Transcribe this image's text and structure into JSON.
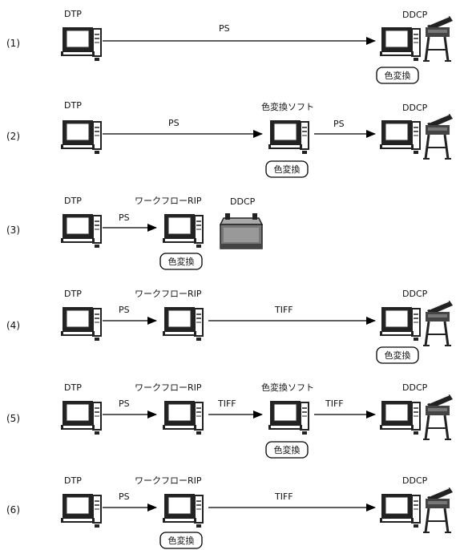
{
  "labels": {
    "dtp": "DTP",
    "ddcp": "DDCP",
    "ddcp_row3": "DDCP",
    "workflow_rip": "ワークフローRIP",
    "color_conv_soft": "色変換ソフト",
    "color_conv": "色変換",
    "ps": "PS",
    "tiff": "TIFF"
  },
  "rows": [
    {
      "id": "1",
      "label": "(1)"
    },
    {
      "id": "2",
      "label": "(2)"
    },
    {
      "id": "3",
      "label": "(3)"
    },
    {
      "id": "4",
      "label": "(4)"
    },
    {
      "id": "5",
      "label": "(5)"
    },
    {
      "id": "6",
      "label": "(6)"
    }
  ]
}
